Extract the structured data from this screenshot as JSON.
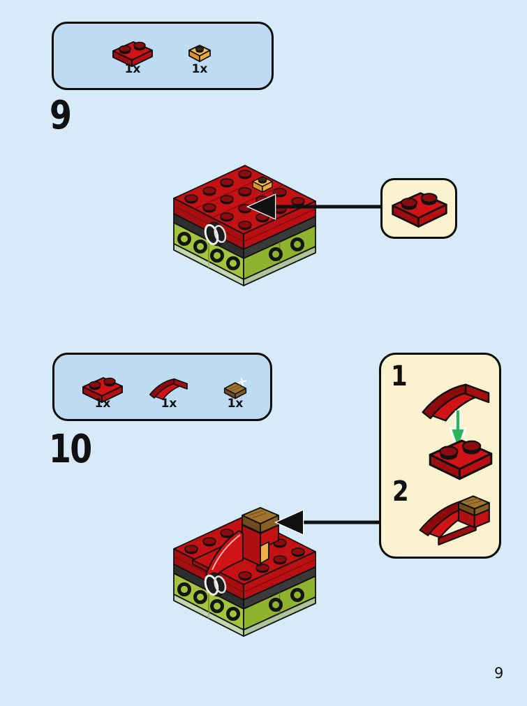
{
  "page": {
    "number": "9",
    "background_color": "#d6eaf8"
  },
  "step9": {
    "number": "9",
    "parts": [
      {
        "name": "red-1x2-plate",
        "count": "1x",
        "color": "#cf1317"
      },
      {
        "name": "bright-light-orange-1x1-plate",
        "count": "1x",
        "color": "#f6b84d"
      }
    ],
    "callout_part": "red-1x2-plate"
  },
  "step10": {
    "number": "10",
    "parts": [
      {
        "name": "red-1x2-plate",
        "count": "1x",
        "color": "#cf1317"
      },
      {
        "name": "red-1x2-curved-slope",
        "count": "1x",
        "color": "#cf1317"
      },
      {
        "name": "dark-tan-1x1-curved-slope",
        "count": "1x",
        "color": "#a0742f"
      }
    ],
    "substeps": [
      {
        "label": "1",
        "action": "attach curved slope onto red 1x2 plate"
      },
      {
        "label": "2",
        "action": "assembled fin with dark tan curved slope"
      }
    ]
  },
  "colors": {
    "red": "#cf1317",
    "red_dark": "#9e0d10",
    "red_mid": "#b80f12",
    "orange_yellow": "#f6b84d",
    "dark_tan": "#a0742f",
    "lime_green": "#a3c43c",
    "sage_green": "#c3d6ae",
    "stripe_black": "#2e2e2e",
    "panel_blue": "#bedbf2",
    "panel_cream": "#fbf3d0",
    "page_blue": "#d6eaf8",
    "arrow_green": "#2fb45a",
    "outline_black": "#111111"
  }
}
